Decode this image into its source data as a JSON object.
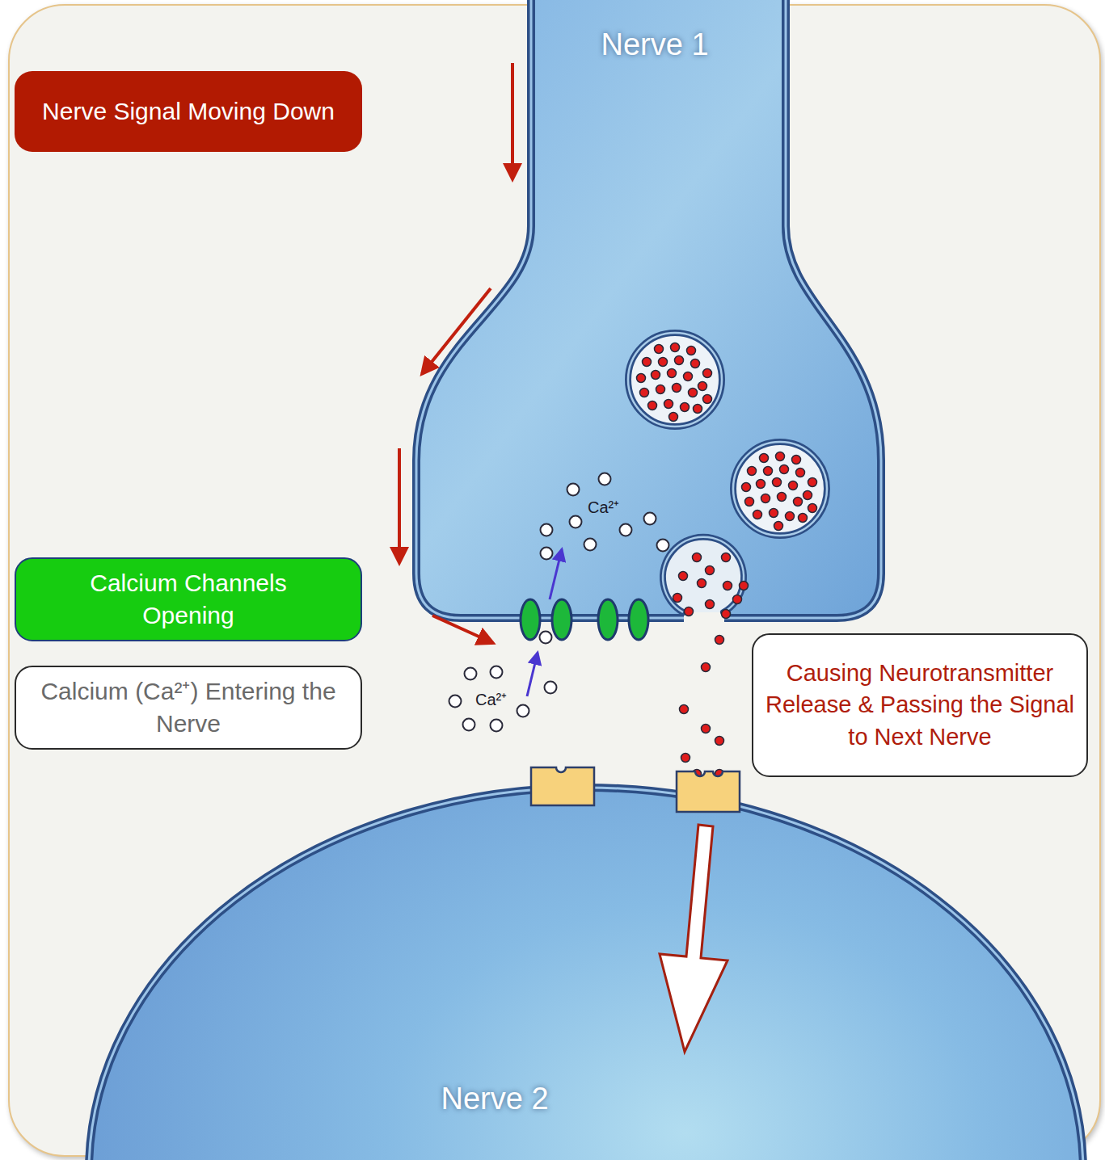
{
  "diagram": {
    "nodes": [
      {
        "text": [
          "Nerve 1"
        ]
      },
      {
        "text": [
          "Nerve Signal Moving Down"
        ]
      },
      {
        "text": [
          "Calcium Channels Opening"
        ]
      },
      {
        "text": [
          "Calcium (Ca²⁺) Entering the Nerve"
        ]
      },
      {
        "text": [
          "Causing Neurotransmitter Release & Passing the Signal to Next Nerve"
        ]
      },
      {
        "text": [
          "Nerve 2"
        ]
      }
    ],
    "labels": [
      "Ca²⁺",
      "Ca²⁺"
    ]
  }
}
